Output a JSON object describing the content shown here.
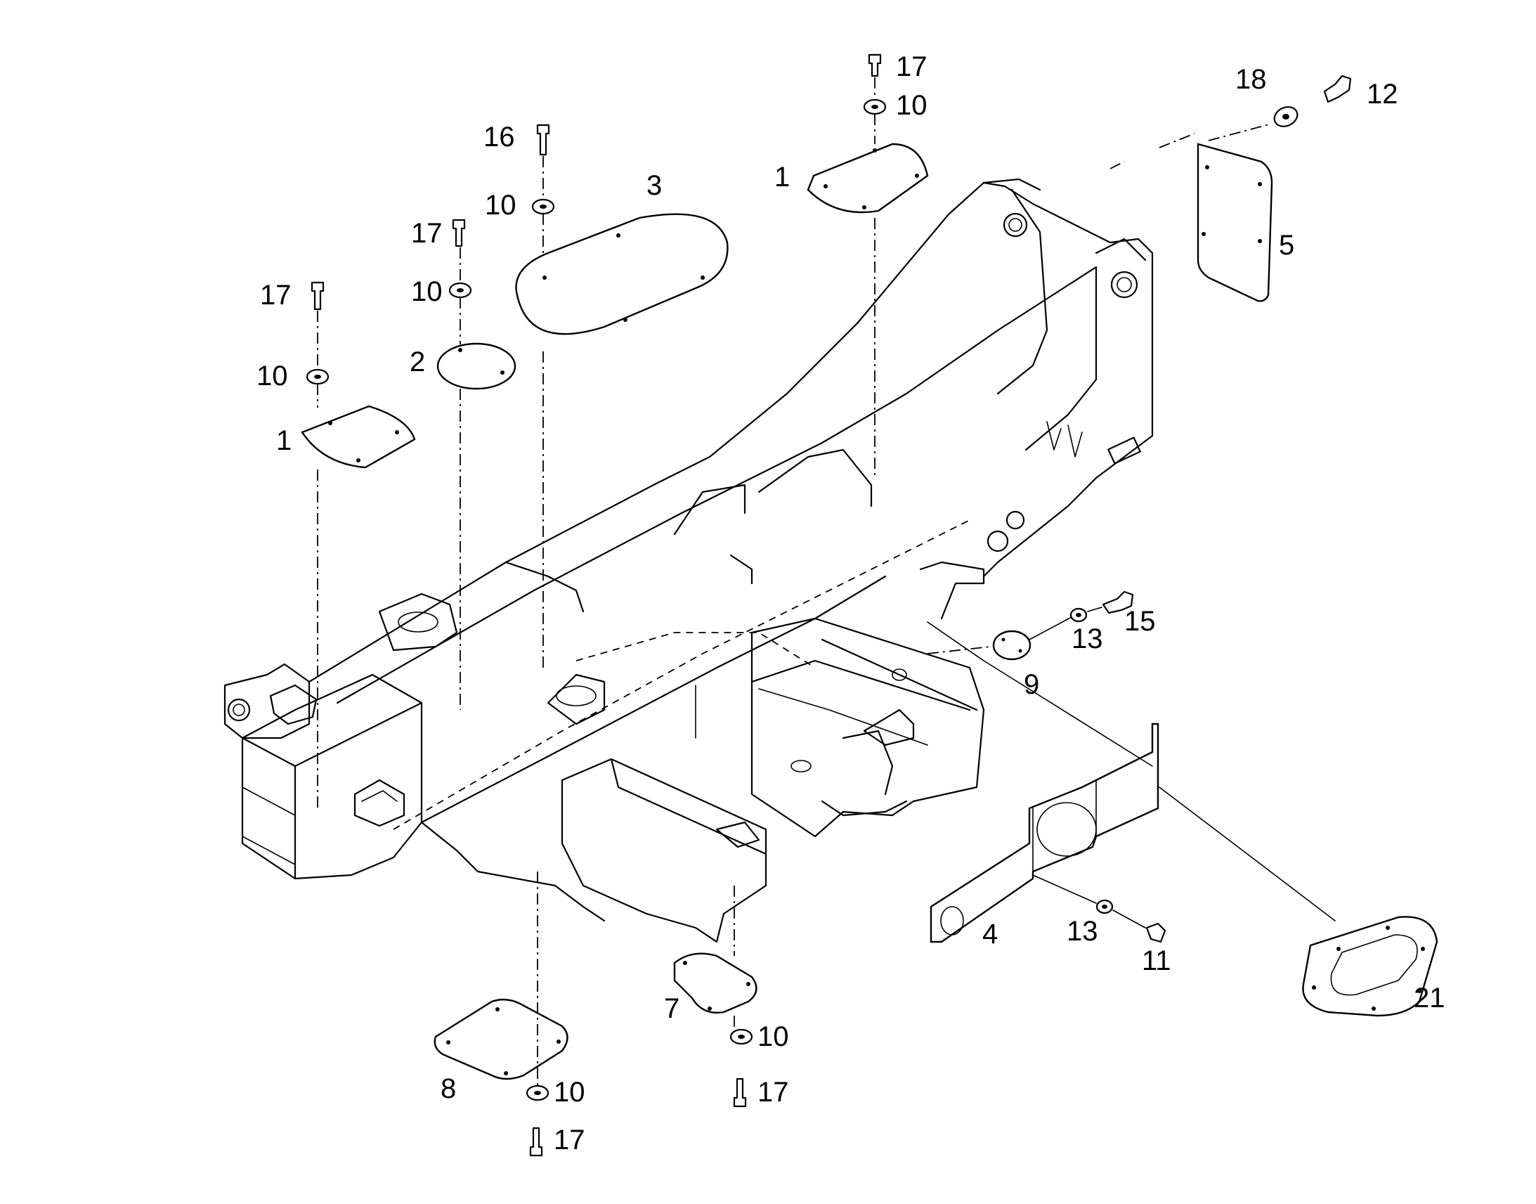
{
  "diagram": {
    "callouts": {
      "c1a": "17",
      "c1b": "10",
      "c2a": "18",
      "c2b": "12",
      "c3a": "16",
      "c3b": "10",
      "c3c": "3",
      "c4a": "1",
      "c4b": "5",
      "c5a": "17",
      "c5b": "10",
      "c6a": "17",
      "c6b": "10",
      "c6c": "2",
      "c7a": "1",
      "c8a": "15",
      "c8b": "13",
      "c8c": "9",
      "c9a": "4",
      "c9b": "13",
      "c9c": "11",
      "c10a": "21",
      "c11a": "7",
      "c11b": "10",
      "c11c": "17",
      "c12a": "8",
      "c12b": "10",
      "c12c": "17"
    }
  }
}
